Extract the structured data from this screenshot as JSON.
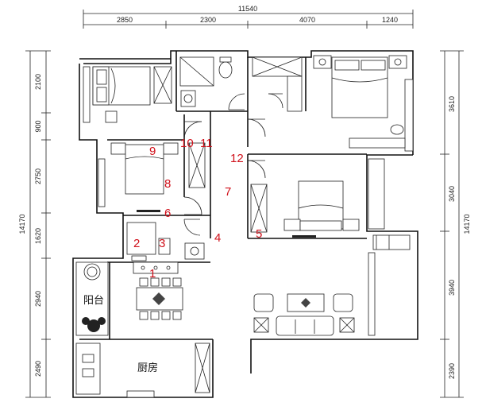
{
  "dimensions": {
    "top_total": "11540",
    "top_segments": [
      "2850",
      "2300",
      "4070",
      "1240"
    ],
    "left_segments": [
      "2100",
      "900",
      "2750",
      "1620",
      "2940",
      "2490"
    ],
    "left_total": "14170",
    "right_segments": [
      "3610",
      "3040",
      "3940",
      "2390"
    ],
    "right_total": "14170"
  },
  "rooms": {
    "balcony": "阳台",
    "kitchen": "厨房"
  },
  "markers": [
    "1",
    "2",
    "3",
    "4",
    "5",
    "6",
    "7",
    "8",
    "9",
    "10",
    "11",
    "12"
  ]
}
